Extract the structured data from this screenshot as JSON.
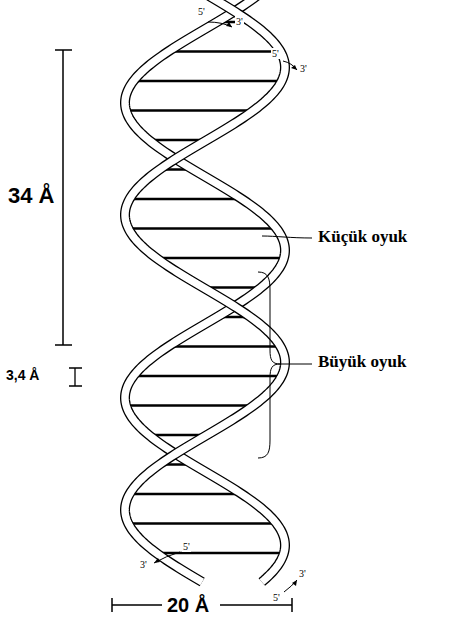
{
  "diagram": {
    "labels": [
      "5'",
      "3'",
      "5'",
      "3'",
      "34 Å",
      "Küçük oyuk",
      "Büyük oyuk",
      "3,4 Å",
      "3'",
      "5'",
      "5'",
      "3'",
      "20 Å"
    ]
  }
}
